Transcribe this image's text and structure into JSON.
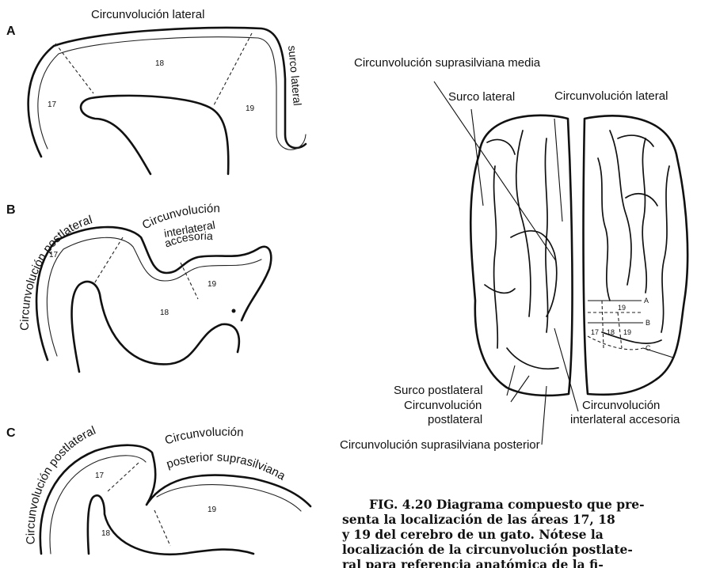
{
  "panel_a": {
    "letter": "A",
    "title": "Circunvolución lateral",
    "side_label": "surco lateral",
    "area_17": "17",
    "area_18": "18",
    "area_19": "19"
  },
  "panel_b": {
    "letter": "B",
    "label_left": "Circunvolución postlateral",
    "label_right": [
      "Circunvolución",
      "interlateral",
      "accesoria"
    ],
    "area_17": "17",
    "area_18": "18",
    "area_19": "19"
  },
  "panel_c": {
    "letter": "C",
    "label_left": "Circunvolución postlateral",
    "label_right": [
      "Circunvolución",
      "posterior suprasilviana"
    ],
    "area_17": "17",
    "area_18": "18",
    "area_19": "19"
  },
  "brain": {
    "label_media": "Circunvolución suprasilviana media",
    "label_surco_lateral": "Surco lateral",
    "label_circ_lateral": "Circunvolución lateral",
    "label_surco_postlateral": "Surco postlateral",
    "label_postlateral": [
      "Circunvolución",
      "postlateral"
    ],
    "label_interlateral": [
      "Circunvolución",
      "interlateral accesoria"
    ],
    "label_posterior": "Circunvolución suprasilviana posterior",
    "inset": {
      "mark_a": "A",
      "mark_b": "B",
      "mark_c": "C",
      "area_19": "19",
      "area_17": "17",
      "area_18": "18",
      "area_19b": "19"
    }
  },
  "caption": [
    "FIG. 4.20 Diagrama compuesto que pre-",
    "senta la localización de las áreas 17, 18",
    "y 19 del cerebro de un gato. Nótese la",
    "localización de la circunvolución postlate-",
    "ral para referencia anatómica de la fi-"
  ]
}
